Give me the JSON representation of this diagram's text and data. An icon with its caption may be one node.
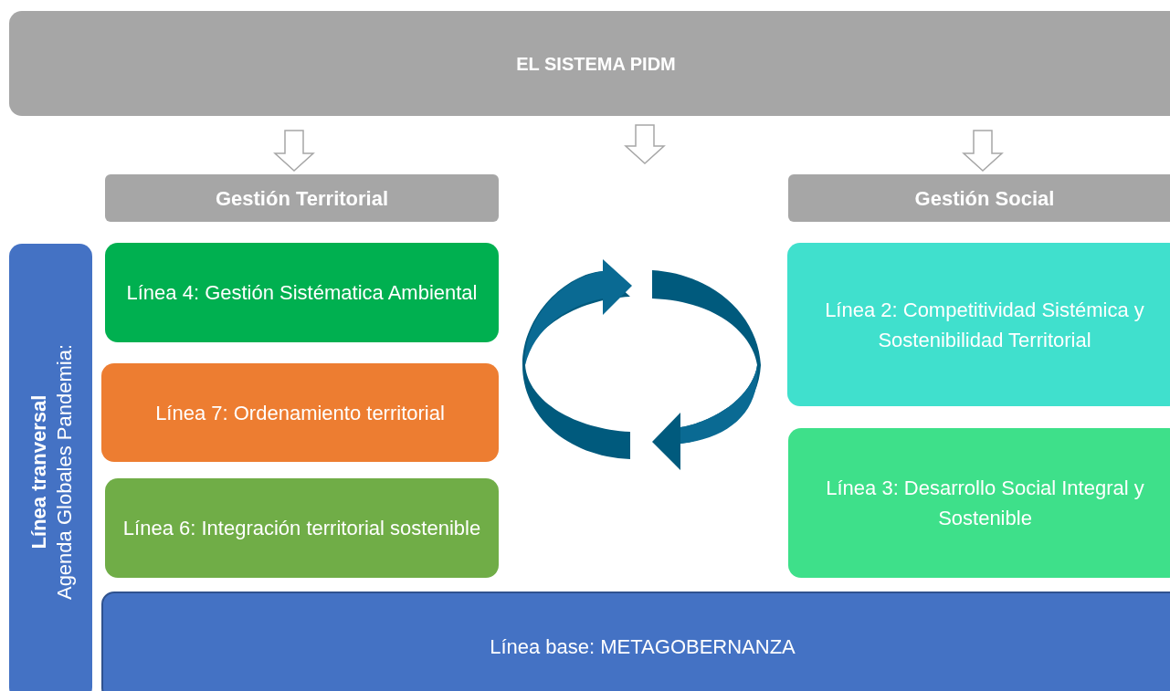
{
  "diagram": {
    "nodes": [
      {
        "text": [
          "EL SISTEMA PIDM"
        ]
      },
      {
        "text": [
          "Gestión Territorial"
        ]
      },
      {
        "text": [
          "Gestión Social"
        ]
      },
      {
        "text": [
          "Línea tranversal",
          "Agenda Globales Pandemia:"
        ]
      },
      {
        "text": [
          "Línea 4: Gestión Sistématica Ambiental"
        ]
      },
      {
        "text": [
          "Línea 7: Ordenamiento territorial"
        ]
      },
      {
        "text": [
          "Línea 6: Integración territorial sostenible"
        ]
      },
      {
        "text": [
          "Línea 2: Competitividad Sistémica y Sostenibilidad Territorial"
        ]
      },
      {
        "text": [
          "Línea 3: Desarrollo Social Integral y Sostenible"
        ]
      },
      {
        "text": [
          "Línea base: METAGOBERNANZA"
        ]
      }
    ],
    "edges": [
      {
        "from": 0,
        "to": 1,
        "arrow": "to"
      },
      {
        "from": 0,
        "to": null,
        "arrow": "to"
      },
      {
        "from": 0,
        "to": 2,
        "arrow": "to"
      }
    ]
  }
}
